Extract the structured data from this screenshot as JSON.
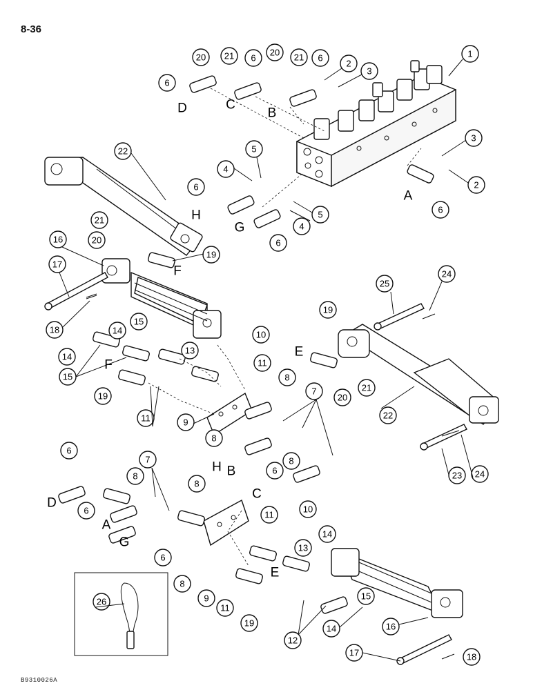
{
  "page_number": "8-36",
  "drawing_code": "B9310026A",
  "callouts": [
    "1",
    "2",
    "3",
    "4",
    "5",
    "6",
    "7",
    "8",
    "9",
    "10",
    "11",
    "12",
    "13",
    "14",
    "15",
    "16",
    "17",
    "18",
    "19",
    "20",
    "21",
    "22",
    "23",
    "24",
    "25",
    "26"
  ],
  "port_letters": [
    "A",
    "B",
    "C",
    "D",
    "E",
    "F",
    "G",
    "H"
  ]
}
